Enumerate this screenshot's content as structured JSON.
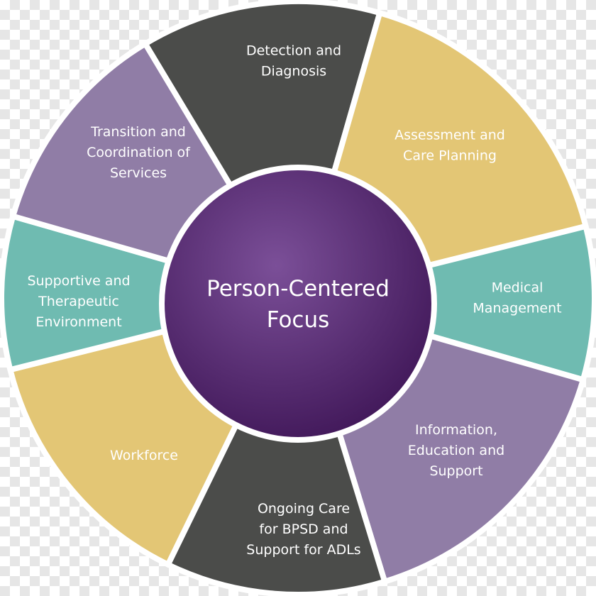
{
  "colors": {
    "gray": "#4b4c4a",
    "gold": "#e3c675",
    "teal": "#6fbbb1",
    "lavender": "#907da6",
    "center_light": "#7b4f98",
    "center_dark": "#3f1657",
    "divider": "#ffffff"
  },
  "center": {
    "lines": [
      "Person-Centered",
      "Focus"
    ]
  },
  "segments": [
    {
      "id": "detection",
      "color": "gray",
      "lines": [
        "Detection and",
        "Diagnosis"
      ]
    },
    {
      "id": "assessment",
      "color": "gold",
      "lines": [
        "Assessment and",
        "Care Planning"
      ]
    },
    {
      "id": "medical",
      "color": "teal",
      "lines": [
        "Medical",
        "Management"
      ]
    },
    {
      "id": "information",
      "color": "lavender",
      "lines": [
        "Information,",
        "Education and",
        "Support"
      ]
    },
    {
      "id": "ongoing",
      "color": "gray",
      "lines": [
        "Ongoing Care",
        "for BPSD and",
        "Support for ADLs"
      ]
    },
    {
      "id": "workforce",
      "color": "gold",
      "lines": [
        "Workforce"
      ]
    },
    {
      "id": "supportive",
      "color": "teal",
      "lines": [
        "Supportive and",
        "Therapeutic",
        "Environment"
      ]
    },
    {
      "id": "transition",
      "color": "lavender",
      "lines": [
        "Transition and",
        "Coordination of",
        "Services"
      ]
    }
  ]
}
